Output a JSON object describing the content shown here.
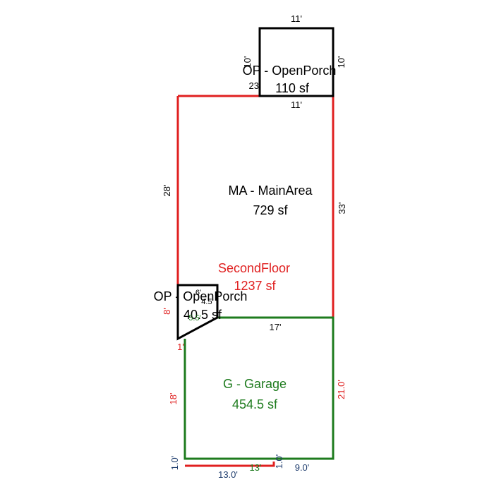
{
  "colors": {
    "second_floor": "#e02020",
    "garage": "#1e7b1e",
    "porch": "#000000",
    "dim_blue": "#1f3d6e"
  },
  "areas": {
    "top_porch": {
      "code": "OP - OpenPorch",
      "area": "110 sf"
    },
    "main_area": {
      "code": "MA - MainArea",
      "area": "729 sf"
    },
    "second_floor": {
      "code": "SecondFloor",
      "area": "1237 sf"
    },
    "small_porch": {
      "code": "OP - OpenPorch",
      "area": "40.5 sf"
    },
    "garage": {
      "code": "G - Garage",
      "area": "454.5 sf"
    }
  },
  "dimensions": {
    "top_porch_top": "11'",
    "top_porch_left": "10'",
    "top_porch_right": "10'",
    "top_porch_bottom": "11'",
    "main_top_left": "23'",
    "main_left": "28'",
    "main_right": "33'",
    "main_left_lower": "8'",
    "small_porch_top": "6'",
    "small_porch_diag": "4.5'",
    "small_porch_side": "5.5'",
    "garage_top": "17'",
    "garage_left": "18'",
    "garage_right": "21.0'",
    "garage_notch_left": "1.0'",
    "garage_notch_right": "1.0'",
    "bottom_left_len": "13.0'",
    "bottom_red_len": "13'",
    "bottom_right_len": "9.0'",
    "notch_1": "1'"
  }
}
